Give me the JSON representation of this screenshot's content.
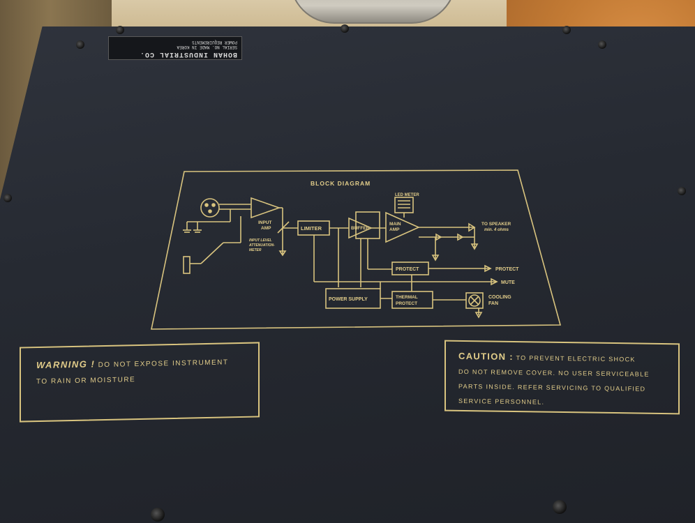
{
  "nameplate": {
    "maker": "BOHAN INDUSTRIAL CO.",
    "line_1": "SERIAL NO.            MADE IN KOREA",
    "line_2": "POWER REQUIREMENTS"
  },
  "block_diagram": {
    "title": "BLOCK DIAGRAM",
    "led_meter": "LED METER",
    "input_amp_line_1": "INPUT",
    "input_amp_line_2": "AMP",
    "attenuation_line_1": "INPUT LEVEL",
    "attenuation_line_2": "ATTENUATION-",
    "attenuation_line_3": "METER",
    "limiter": "LIMITER",
    "buffer": "BUFFER",
    "main_amp_line_1": "MAIN",
    "main_amp_line_2": "AMP",
    "to_speaker_line_1": "TO SPEAKER",
    "to_speaker_line_2": "min. 4 ohms",
    "protect_block": "PROTECT",
    "protect_output": "PROTECT",
    "mute_output": "MUTE",
    "power_supply": "POWER SUPPLY",
    "thermal_protect_line_1": "THERMAL",
    "thermal_protect_line_2": "PROTECT",
    "cooling_fan_line_1": "COOLING",
    "cooling_fan_line_2": "FAN"
  },
  "warning": {
    "lead": "WARNING !",
    "text_1": "DO NOT EXPOSE INSTRUMENT",
    "text_2": "TO RAIN OR MOISTURE"
  },
  "caution": {
    "lead": "CAUTION :",
    "line_1": "TO PREVENT ELECTRIC SHOCK",
    "line_2": "DO NOT REMOVE COVER. NO USER SERVICEABLE",
    "line_3": "PARTS INSIDE. REFER SERVICING TO QUALIFIED",
    "line_4": "SERVICE PERSONNEL."
  },
  "colors": {
    "panel": "#262a32",
    "print_gold": "#e2cd8a",
    "wood": "#c27a34"
  }
}
